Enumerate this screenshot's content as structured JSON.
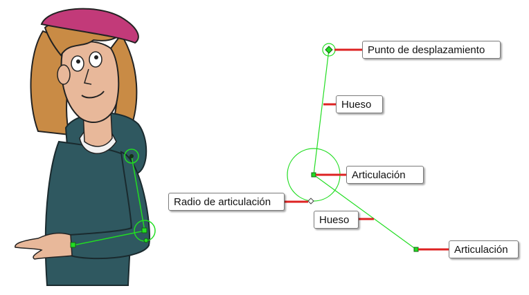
{
  "labels": {
    "pivot": "Punto de desplazamiento",
    "bone_top": "Hueso",
    "joint_mid": "Articulación",
    "joint_radius": "Radio de articulación",
    "bone_bottom": "Hueso",
    "joint_end": "Articulación"
  },
  "colors": {
    "rig_green": "#22dd22",
    "callout_red": "#dd2222",
    "hoodie": "#2f5860",
    "hair": "#c98b45",
    "cap": "#c23a79",
    "skin": "#e8b89a"
  },
  "icons": {
    "pivot": "circled-diamond-icon",
    "joint": "square-node-icon",
    "radius_handle": "diamond-handle-icon"
  }
}
